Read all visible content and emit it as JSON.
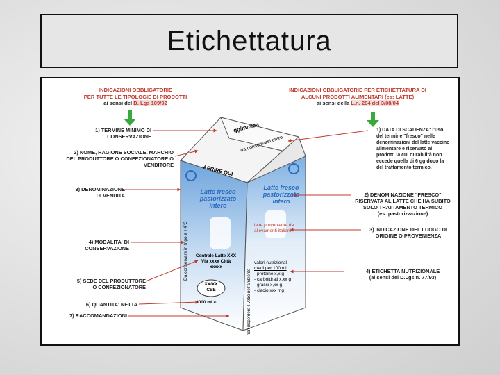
{
  "slide": {
    "title": "Etichettatura"
  },
  "headers": {
    "left": {
      "line1": "INDICAZIONI OBBLIGATORIE",
      "line2": "PER TUTTE LE TIPOLOGIE DI PRODOTTI",
      "line3a": "ai sensi del ",
      "line3b": "D. Lgs 109/92"
    },
    "right": {
      "line1": "INDICAZIONI OBBLIGATORIE PER ETICHETTATURA DI",
      "line2": "ALCUNI PRODOTTI ALIMENTARI (es: LATTE)",
      "line3a": "ai sensi della ",
      "line3b": "L.n. 204 del 3/08/04"
    }
  },
  "left_labels": [
    {
      "l1": "1) TERMINE MINIMO DI",
      "l2": "CONSERVAZIONE"
    },
    {
      "l1": "2) NOME, RAGIONE SOCIALE, MARCHIO",
      "l2": "DEL PRODUTTORE O CONFEZIONATORE O",
      "l3": "VENDITORE"
    },
    {
      "l1": "3) DENOMINAZIONE",
      "l2": "DI VENDITA"
    },
    {
      "l1": "4) MODALITA' DI",
      "l2": "CONSERVAZIONE"
    },
    {
      "l1": "5) SEDE DEL PRODUTTORE",
      "l2": "O CONFEZIONATORE"
    },
    {
      "l1": "6) QUANTITA' NETTA"
    },
    {
      "l1": "7) RACCOMANDAZIONI"
    }
  ],
  "right_labels": [
    {
      "l1": "1) DATA DI SCADENZA: l'uso",
      "l2": "del termine \"fresco\" nelle",
      "l3": "denominazioni del latte vaccino",
      "l4": "alimentare è riservato ai",
      "l5": "prodotti la cui durabilità non",
      "l6": "eccede quella di 6 gg dopo la",
      "l7": "del trattamento termico."
    },
    {
      "l1": "2) DENOMINAZIONE \"FRESCO\"",
      "l2": "RISERVATA AL LATTE CHE HA SUBITO",
      "l3": "SOLO TRATTAMENTO TERMICO",
      "l4": "(es: pastorizzazione)"
    },
    {
      "l1": "3) INDICAZIONE DEL LUOGO DI",
      "l2": "ORIGINE O PROVENIENZA"
    },
    {
      "l1": "4) ETICHETTA NUTRIZIONALE",
      "l2": "(ai sensi del D.Lgs n. 77/93)"
    }
  ],
  "carton": {
    "top_date": "gg/mm/aa",
    "top_best": "da consumarsi entro",
    "open": "APRIRE QUI",
    "left_brand_1": "Latte fresco",
    "left_brand_2": "pastorizzato",
    "left_brand_3": "intero",
    "right_brand_1": "Latte fresco",
    "right_brand_2": "pastorizzato",
    "right_brand_3": "intero",
    "storage_vertical": "Da conservare in frigo a +4°C",
    "origin_1": "latte proveniente da",
    "origin_2": "allevamenti italiani",
    "address_1": "Centrale Latte XXX",
    "address_2": "Via xxxx Città",
    "address_3": "xxxxx",
    "cee_1": "XX/XX",
    "cee_2": "CEE",
    "quantity": "1000 ml ℮",
    "recycle_vertical": "non disperdere il vetro nell'ambiente",
    "nutr_title_1": "valori nutrizionali",
    "nutr_title_2": "medi per 100 ml",
    "nutr_rows": [
      "- proteine x,x g",
      "- carboidrati x,xx g",
      "- grassi x,xx g",
      "- clacio xxx mg"
    ]
  },
  "colors": {
    "red": "#c0392b",
    "blue": "#2b6cc0",
    "green": "#3aa83a",
    "carton_blue": "#8fb7e0"
  }
}
